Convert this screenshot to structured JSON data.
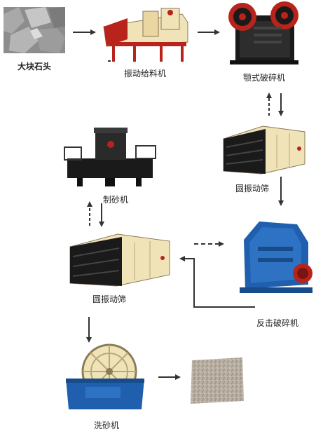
{
  "flowchart": {
    "nodes": {
      "big_stone": {
        "label": "大块石头"
      },
      "vibrating_feeder": {
        "label": "振动给料机"
      },
      "jaw_crusher": {
        "label": "颚式破碎机"
      },
      "vibrating_screen_1": {
        "label": "圆振动筛"
      },
      "sand_maker": {
        "label": "制砂机"
      },
      "vibrating_screen_2": {
        "label": "圆振动筛"
      },
      "impact_crusher": {
        "label": "反击破碎机"
      },
      "sand_washer": {
        "label": "洗砂机"
      },
      "finished_sand": {
        "label": ""
      }
    },
    "colors": {
      "arrow": "#333333",
      "machine_cream": "#f1e3b8",
      "machine_red": "#b8241b",
      "machine_black": "#1a1a1a",
      "machine_blue": "#1f5fae"
    }
  }
}
